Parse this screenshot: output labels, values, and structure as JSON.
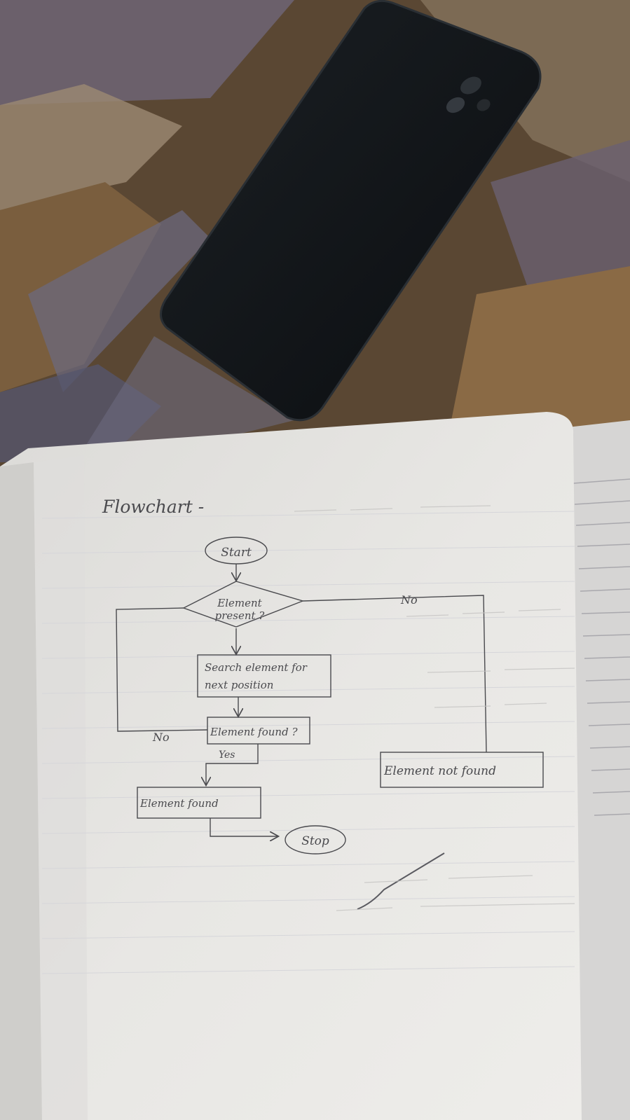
{
  "notebook": {
    "heading": "Flowchart -",
    "flowchart": {
      "start": "Start",
      "decision_line1": "Element",
      "decision_line2": "present ?",
      "no_right": "No",
      "search_line1": "Search element for",
      "search_line2": "next position",
      "no_left": "No",
      "found_question": "Element found ?",
      "yes": "Yes",
      "found_result": "Element found",
      "not_found_result": "Element not found",
      "stop": "Stop"
    }
  },
  "colors": {
    "fabric_base": "#4a3a2a",
    "fabric_light": "#8a7560",
    "fabric_blue": "#5b5f78",
    "phone": "#101316",
    "paper": "#e6e5e2",
    "pencil": "#4a4a4e"
  },
  "icons": {
    "phone": "smartphone-back",
    "tick": "check-mark"
  }
}
